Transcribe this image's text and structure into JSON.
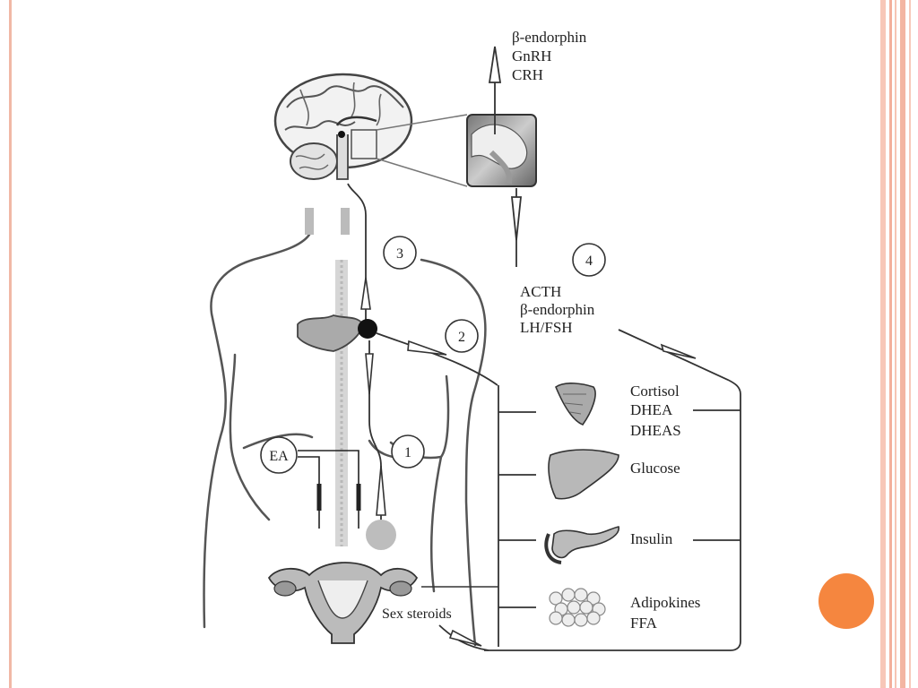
{
  "slide": {
    "background": "#ffffff",
    "accent_color": "#f5863f",
    "frame_color": "#f1b8a6"
  },
  "diagram": {
    "top_hormones": [
      "β-endorphin",
      "GnRH",
      "CRH"
    ],
    "pituitary_hormones": [
      "ACTH",
      "β-endorphin",
      "LH/FSH"
    ],
    "markers": [
      "1",
      "2",
      "3",
      "4"
    ],
    "ea_label": "EA",
    "sex_steroids_label": "Sex steroids",
    "targets": [
      {
        "organ": "adrenal-gland",
        "labels": [
          "Cortisol",
          "DHEA",
          "DHEAS"
        ]
      },
      {
        "organ": "liver",
        "labels": [
          "Glucose"
        ]
      },
      {
        "organ": "pancreas",
        "labels": [
          "Insulin"
        ]
      },
      {
        "organ": "adipose-tissue",
        "labels": [
          "Adipokines",
          "FFA"
        ]
      }
    ]
  }
}
